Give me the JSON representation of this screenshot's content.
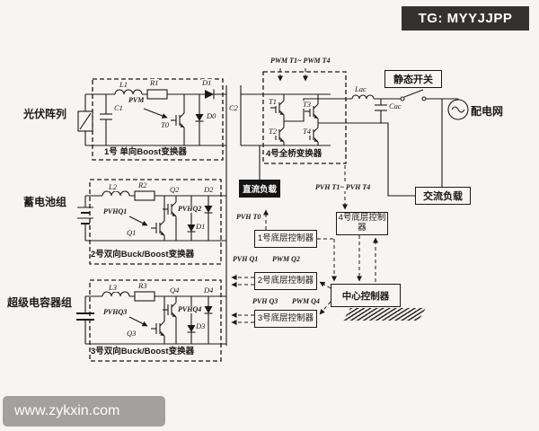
{
  "watermarks": {
    "tg": "TG: MYYJJPP",
    "site": "www.zykxin.com"
  },
  "sources": {
    "pv": "光伏阵列",
    "battery": "蓄电池组",
    "supercap": "超级电容器组"
  },
  "converters": {
    "c1": "1号 单向Boost变换器",
    "c2": "2号双向Buck/Boost变换器",
    "c3": "3号双向Buck/Boost变换器",
    "c4": "4号全桥变换器"
  },
  "loads": {
    "dc": "直流负载",
    "ac": "交流负载"
  },
  "grid": {
    "static_switch": "静态开关",
    "utility": "配电网"
  },
  "controllers": {
    "central": "中心控制器",
    "n1": "1号底层控制器",
    "n2": "2号底层控制器",
    "n3": "3号底层控制器",
    "n4": "4号底层控制器"
  },
  "signals": {
    "pwm_t": "PWM T1~ PWM T4",
    "pvh_t": "PVH T1~ PVH T4",
    "pvh_t0": "PVH T0",
    "pvm": "PVM",
    "pvh_q1": "PVH Q1",
    "pwm_q2": "PWM Q2",
    "pvh_q3": "PVH Q3",
    "pwm_q4": "PWM Q4",
    "pvhq1": "PVHQ1",
    "pvhq2": "PVHQ2",
    "pvhq3": "PVHQ3",
    "pvhq4": "PVHQ4"
  },
  "components": {
    "l1": "L1",
    "r1": "R1",
    "c1": "C1",
    "t0": "T0",
    "d0": "D0",
    "d1": "D1",
    "c2": "C2",
    "t1": "T1",
    "t2": "T2",
    "t3": "T3",
    "t4": "T4",
    "lac": "Lac",
    "cac": "Cac",
    "l2": "L2",
    "r2": "R2",
    "q1": "Q1",
    "q2": "Q2",
    "d1b": "D1",
    "d2": "D2",
    "l3": "L3",
    "r3": "R3",
    "q3": "Q3",
    "q4": "Q4",
    "d3": "D3",
    "d4": "D4"
  }
}
